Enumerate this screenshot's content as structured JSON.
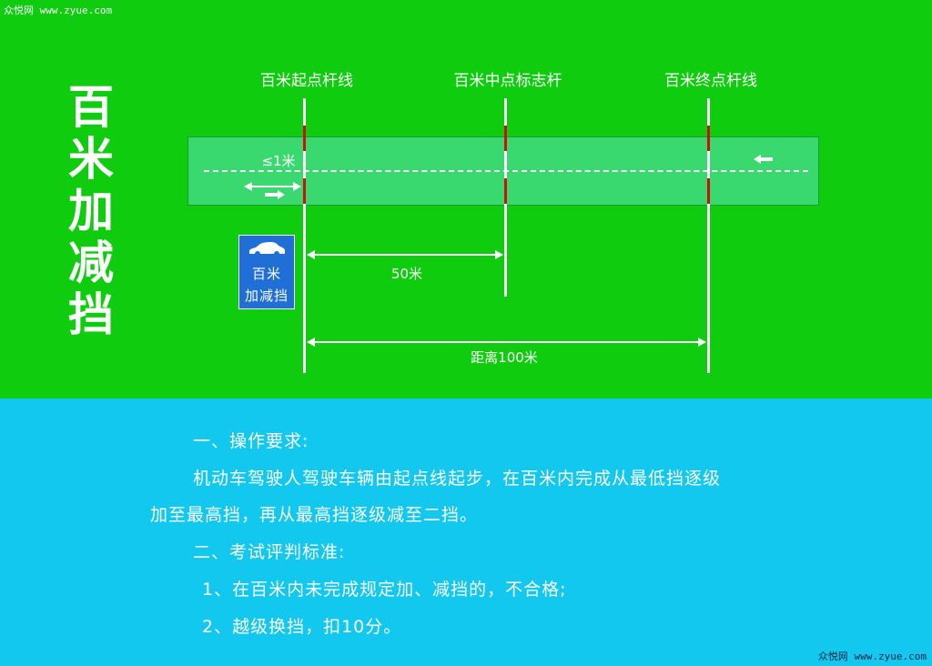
{
  "watermark_top": "众悦网 www.zyue.com",
  "watermark_bottom": "众悦网 www.zyue.com",
  "vertical_title": "百米加减挡",
  "pole_labels": {
    "start": "百米起点杆线",
    "middle": "百米中点标志杆",
    "end": "百米终点杆线"
  },
  "distance_start_limit": "≤1米",
  "dim_50": "50米",
  "dim_100": "距离100米",
  "sign": {
    "line1": "百米",
    "line2": "加减挡"
  },
  "requirements": {
    "h1": "一、操作要求:",
    "p1a": "机动车驾驶人驾驶车辆由起点线起步，在百米内完成从最低挡逐级",
    "p1b": "加至最高挡，再从最高挡逐级减至二挡。",
    "h2": "二、考试评判标准:",
    "i1": "1、在百米内未完成规定加、减挡的，不合格;",
    "i2": "2、越级换挡，扣10分。"
  },
  "colors": {
    "top_bg": "#0fcc0f",
    "bottom_bg": "#12c8ee",
    "road": "#3ad96f",
    "pole_marker": "#cc1010",
    "sign_bg": "#1f6fd6"
  }
}
